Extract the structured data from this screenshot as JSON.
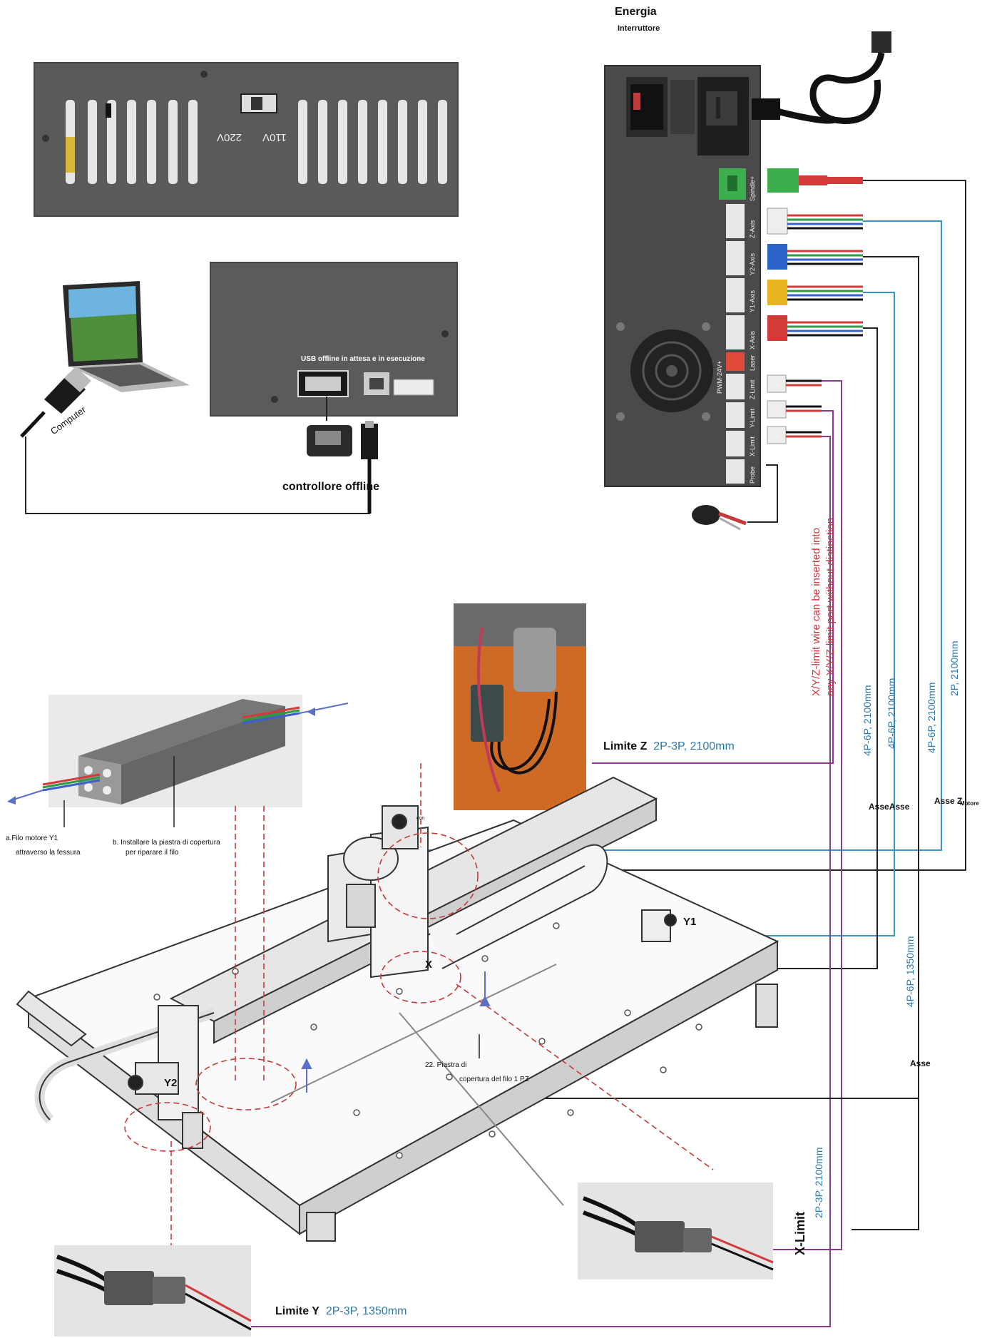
{
  "header": {
    "energia": "Energia",
    "interruttore": "Interruttore"
  },
  "psu": {
    "v110": "110V",
    "v220": "220V"
  },
  "controller": {
    "usb_label": "USB offline in attesa e in esecuzione",
    "offline_label": "controllore offline",
    "computer_label": "Computer"
  },
  "board_ports": [
    "Spindle+",
    "Z-Axis",
    "Y2-Axis",
    "Y1-Axis",
    "X-Axis",
    "Laser",
    "Z-Limit",
    "Y-Limit",
    "X-Limit",
    "Probe",
    "PWM-24V+"
  ],
  "note": {
    "line1": "X/Y/Z-limit wire can be inserted into",
    "line2": "any X/Y/Z-limit port without distinction."
  },
  "cables": {
    "c1": "4P-6P, 2100mm",
    "c2": "4P-6P, 2100mm",
    "c3": "4P-6P, 2100mm",
    "c4": "2P, 2100mm",
    "c5": "4P-6P, 1350mm",
    "c6": "2P-3P, 2100mm"
  },
  "axis_labels": {
    "asse_x1": "AsseAsse",
    "asse_z": "Asse Z",
    "motore": "Motore",
    "asse": "Asse",
    "con": "con"
  },
  "limits": {
    "z_title": "Limite Z",
    "z_spec": "2P-3P,  2100mm",
    "y_title": "Limite Y",
    "y_spec": "2P-3P,  1350mm",
    "x_title": "X-Limit"
  },
  "slot": {
    "a_line1": "a.Filo motore Y1",
    "a_line2": "attraverso la fessura",
    "b_line1": "b. Installare la piastra di copertura",
    "b_line2": "per riparare il filo"
  },
  "machine": {
    "y1": "Y1",
    "y2": "Y2",
    "x": "X",
    "plate_line1": "22. Piastra di",
    "plate_line2": "copertura del filo 1 PZ"
  },
  "colors": {
    "wire_blue": "#3a93c4",
    "wire_purple": "#8a3a8f",
    "wire_black": "#222222",
    "wire_red_dash": "#c83a3a",
    "spec_blue": "#2f78a8",
    "note_red": "#c8373c"
  }
}
